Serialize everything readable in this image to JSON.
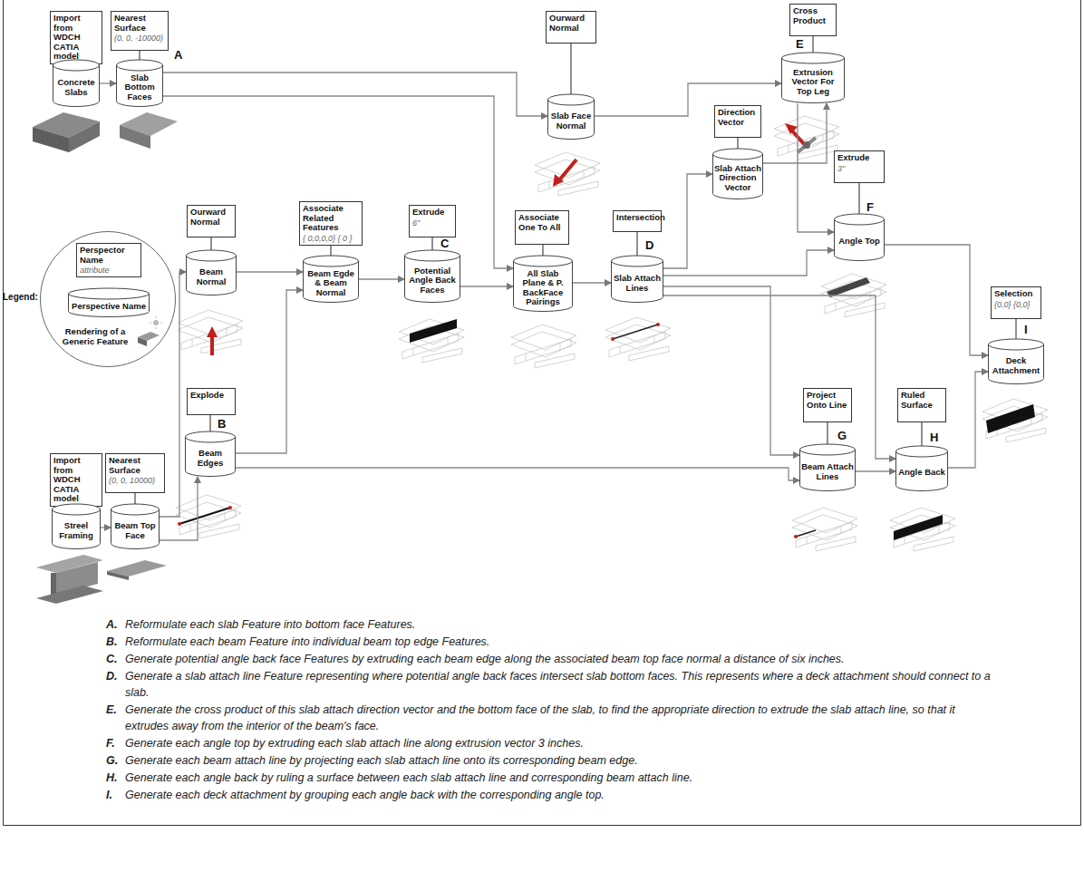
{
  "diagram": {
    "nodes": [
      {
        "text": [
          "Import from WDCH CATIA model"
        ]
      },
      {
        "text": [
          "Concrete Slabs"
        ]
      },
      {
        "text": [
          "Nearest Surface",
          "(0, 0, -10000)"
        ]
      },
      {
        "text": [
          "Slab Bottom Faces"
        ]
      },
      {
        "text": [
          "Ourward Normal"
        ]
      },
      {
        "text": [
          "Slab Face Normal"
        ]
      },
      {
        "text": [
          "Cross Product"
        ]
      },
      {
        "text": [
          "Extrusion Vector For Top Leg"
        ]
      },
      {
        "text": [
          "Direction Vector"
        ]
      },
      {
        "text": [
          "Slab Attach Direction Vector"
        ]
      },
      {
        "text": [
          "Extrude",
          "3\""
        ]
      },
      {
        "text": [
          "Angle Top"
        ]
      },
      {
        "text": [
          "Selection",
          "{0,0} {0,0}"
        ]
      },
      {
        "text": [
          "Deck Attachment"
        ]
      },
      {
        "text": [
          "Ourward Normal"
        ]
      },
      {
        "text": [
          "Beam Normal"
        ]
      },
      {
        "text": [
          "Associate Related Features",
          "{ 0,0,0,0} { 0 }"
        ]
      },
      {
        "text": [
          "Beam Egde & Beam Normal"
        ]
      },
      {
        "text": [
          "Extrude",
          "6\""
        ]
      },
      {
        "text": [
          "Potential Angle Back Faces"
        ]
      },
      {
        "text": [
          "Associate One To All"
        ]
      },
      {
        "text": [
          "All Slab Plane & P. BackFace Pairings"
        ]
      },
      {
        "text": [
          "Intersection"
        ]
      },
      {
        "text": [
          "Slab Attach Lines"
        ]
      },
      {
        "text": [
          "Import from WDCH CATIA model"
        ]
      },
      {
        "text": [
          "Streel Framing"
        ]
      },
      {
        "text": [
          "Nearest Surface",
          "(0, 0, 10000)"
        ]
      },
      {
        "text": [
          "Beam Top Face"
        ]
      },
      {
        "text": [
          "Explode"
        ]
      },
      {
        "text": [
          "Beam Edges"
        ]
      },
      {
        "text": [
          "Project Onto Line"
        ]
      },
      {
        "text": [
          "Beam Attach Lines"
        ]
      },
      {
        "text": [
          "Ruled Surface"
        ]
      },
      {
        "text": [
          "Angle Back"
        ]
      },
      {
        "text": [
          "Legend:",
          "Rendering of a Generic Feature"
        ]
      },
      {
        "text": [
          "Perspector Name",
          "attribute"
        ],
        "in": 34
      },
      {
        "text": [
          "Perspective Name"
        ],
        "in": 34
      }
    ],
    "edges": [
      {
        "from": 0,
        "to": 1,
        "arrow": "none"
      },
      {
        "from": 2,
        "to": 3,
        "arrow": "none"
      },
      {
        "from": 4,
        "to": 5,
        "arrow": "none"
      },
      {
        "from": 6,
        "to": 7,
        "arrow": "none"
      },
      {
        "from": 8,
        "to": 9,
        "arrow": "none"
      },
      {
        "from": 10,
        "to": 11,
        "arrow": "none"
      },
      {
        "from": 12,
        "to": 13,
        "arrow": "none"
      },
      {
        "from": 14,
        "to": 15,
        "arrow": "none"
      },
      {
        "from": 16,
        "to": 17,
        "arrow": "none"
      },
      {
        "from": 18,
        "to": 19,
        "arrow": "none"
      },
      {
        "from": 20,
        "to": 21,
        "arrow": "none"
      },
      {
        "from": 22,
        "to": 23,
        "arrow": "none"
      },
      {
        "from": 24,
        "to": 25,
        "arrow": "none"
      },
      {
        "from": 26,
        "to": 27,
        "arrow": "none"
      },
      {
        "from": 28,
        "to": 29,
        "arrow": "none"
      },
      {
        "from": 30,
        "to": 31,
        "arrow": "none"
      },
      {
        "from": 32,
        "to": 33,
        "arrow": "none"
      },
      {
        "from": 35,
        "to": 36,
        "arrow": "none"
      },
      {
        "from": 1,
        "to": 3,
        "arrow": "to"
      },
      {
        "from": 3,
        "to": 5,
        "arrow": "to"
      },
      {
        "from": 3,
        "to": 21,
        "arrow": "to"
      },
      {
        "from": 5,
        "to": 7,
        "arrow": "to"
      },
      {
        "from": 9,
        "to": 7,
        "arrow": "to"
      },
      {
        "from": 25,
        "to": 27,
        "arrow": "to"
      },
      {
        "from": 27,
        "to": 15,
        "arrow": "to"
      },
      {
        "from": 27,
        "to": 29,
        "arrow": "to"
      },
      {
        "from": 29,
        "to": 17,
        "arrow": "to"
      },
      {
        "from": 15,
        "to": 17,
        "arrow": "to"
      },
      {
        "from": 17,
        "to": 19,
        "arrow": "to"
      },
      {
        "from": 19,
        "to": 21,
        "arrow": "to"
      },
      {
        "from": 21,
        "to": 23,
        "arrow": "to"
      },
      {
        "from": 23,
        "to": 9,
        "arrow": "to"
      },
      {
        "from": 23,
        "to": 11,
        "arrow": "to"
      },
      {
        "from": 7,
        "to": 11,
        "arrow": "to"
      },
      {
        "from": 11,
        "to": 13,
        "arrow": "to"
      },
      {
        "from": 23,
        "to": 31,
        "arrow": "to"
      },
      {
        "from": 29,
        "to": 31,
        "arrow": "to"
      },
      {
        "from": 31,
        "to": 33,
        "arrow": "to"
      },
      {
        "from": 23,
        "to": 33,
        "arrow": "to"
      },
      {
        "from": 33,
        "to": 13,
        "arrow": "to"
      }
    ],
    "labels": [
      "A",
      "E",
      "F",
      "I",
      "C",
      "D",
      "B",
      "G",
      "H",
      "A.",
      "Reformulate each slab Feature into bottom face Features.",
      "B.",
      "Reformulate each beam Feature into individual beam top edge Features.",
      "C.",
      "Generate potential angle back face Features by extruding each beam edge along the associated beam top face normal a distance of six inches.",
      "D.",
      "Generate a slab attach line Feature representing where potential angle back faces intersect slab bottom faces. This represents where a deck attachment should connect to a slab.",
      "E.",
      "Generate the cross product of this slab attach direction vector and the bottom face of the slab, to find the appropriate direction to extrude the slab attach line, so that it extrudes away from the interior of the beam's face.",
      "F.",
      "Generate each angle top by extruding each slab attach line along extrusion vector 3 inches.",
      "G.",
      "Generate each beam attach line by projecting each slab attach line onto its corresponding beam edge.",
      "H.",
      "Generate each angle back by ruling a surface between each slab attach line and corresponding beam attach line.",
      "I.",
      "Generate each deck attachment by grouping each angle back with the corresponding angle top."
    ]
  }
}
